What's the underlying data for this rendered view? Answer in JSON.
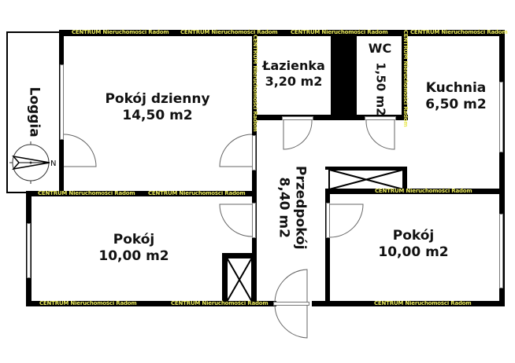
{
  "watermark": "CENTRUM Nieruchomości Radom",
  "compass": {
    "north_label": "N"
  },
  "rooms": {
    "loggia": {
      "name": "Loggia"
    },
    "living_room": {
      "name": "Pokój dzienny",
      "area": "14,50 m2"
    },
    "bathroom": {
      "name": "Łazienka",
      "area": "3,20 m2"
    },
    "wc": {
      "name": "WC",
      "area": "1,50 m2"
    },
    "kitchen": {
      "name": "Kuchnia",
      "area": "6,50 m2"
    },
    "hallway": {
      "name": "Przedpokój",
      "area": "8,40 m2"
    },
    "room_left": {
      "name": "Pokój",
      "area": "10,00 m2"
    },
    "room_right": {
      "name": "Pokój",
      "area": "10,00 m2"
    }
  },
  "colors": {
    "wall": "#000000",
    "watermark": "#e8e85a",
    "background": "#ffffff",
    "door_line": "#666666"
  }
}
